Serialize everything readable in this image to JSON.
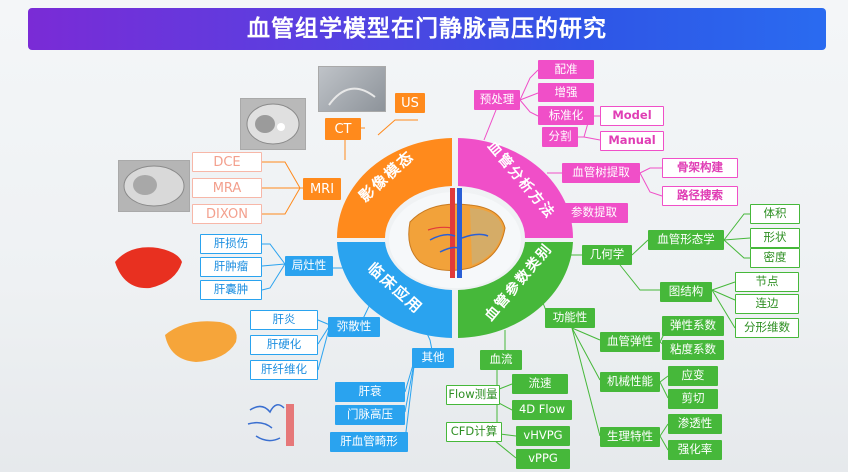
{
  "title": "血管组学模型在门静脉高压的研究",
  "colors": {
    "imaging": "#ff8a1c",
    "analysis": "#f04fc8",
    "clinical": "#2aa3ef",
    "parameters": "#46b83a"
  },
  "center": {
    "imaging": "影像模态",
    "analysis": "血管分析方法",
    "clinical": "临床应用",
    "parameters": "血管参数类别"
  },
  "imaging": {
    "us": "US",
    "ct": "CT",
    "mri": "MRI",
    "mri_children": [
      "DCE",
      "MRA",
      "DIXON"
    ]
  },
  "analysis": {
    "preprocess": "预处理",
    "preprocess_children": [
      "配准",
      "增强",
      "标准化"
    ],
    "segmentation": "分割",
    "segmentation_children": [
      "Model",
      "Manual"
    ],
    "tree_extraction": "血管树提取",
    "tree_children": [
      "骨架构建",
      "路径搜索"
    ],
    "param_extraction": "参数提取"
  },
  "clinical": {
    "focal": "局灶性",
    "focal_children": [
      "肝损伤",
      "肝肿瘤",
      "肝囊肿"
    ],
    "diffuse": "弥散性",
    "diffuse_children": [
      "肝炎",
      "肝硬化",
      "肝纤维化"
    ],
    "other": "其他",
    "other_children": [
      "肝衰",
      "门脉高压",
      "肝血管畸形"
    ]
  },
  "parameters": {
    "geometry": "几何学",
    "morphology": "血管形态学",
    "morphology_children": [
      "体积",
      "形状",
      "密度"
    ],
    "graph": "图结构",
    "graph_children": [
      "节点",
      "连边",
      "分形维数"
    ],
    "functional": "功能性",
    "elasticity": "血管弹性",
    "elasticity_children": [
      "弹性系数",
      "粘度系数"
    ],
    "mechanical": "机械性能",
    "mechanical_children": [
      "应变",
      "剪切"
    ],
    "physiological": "生理特性",
    "physiological_children": [
      "渗透性",
      "强化率"
    ],
    "flow": "血流",
    "flow_measure": "Flow测量",
    "flow_measure_children": [
      "流速",
      "4D Flow"
    ],
    "cfd": "CFD计算",
    "cfd_children": [
      "vHVPG",
      "vPPG"
    ]
  }
}
